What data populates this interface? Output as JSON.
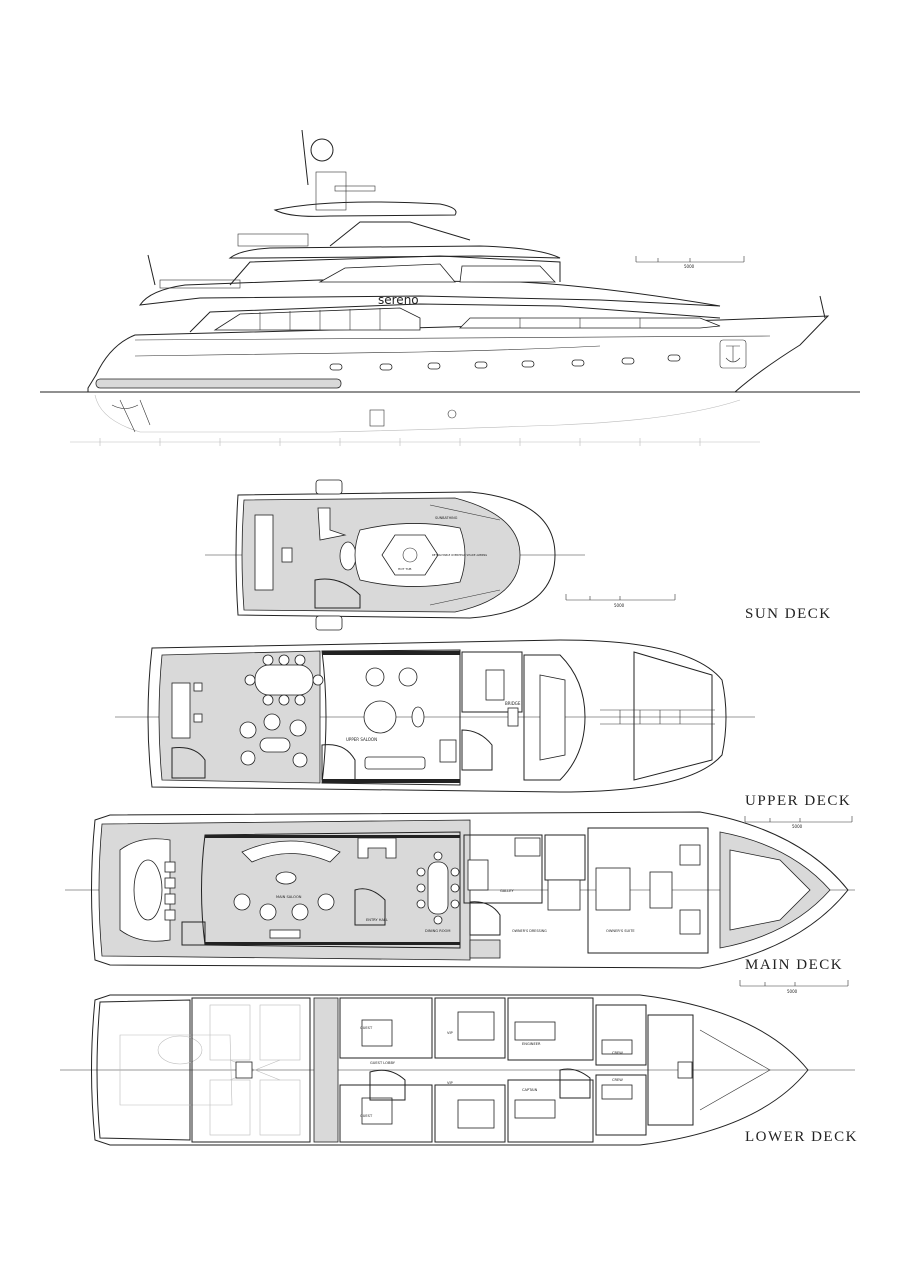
{
  "profile": {
    "yacht_name": "sereno"
  },
  "scale_bars": [
    {
      "id": "profile",
      "label": "5000"
    },
    {
      "id": "sun",
      "label": "5000"
    },
    {
      "id": "upper",
      "label": "5000"
    },
    {
      "id": "main",
      "label": "5000"
    }
  ],
  "decks": {
    "sun": {
      "title": "SUN DECK",
      "rooms": [
        "SUNBATHING",
        "RETRACTABLE OVERHEAD SHADE AWNING",
        "HOT TUB"
      ]
    },
    "upper": {
      "title": "UPPER DECK",
      "rooms": [
        "UPPER SALOON",
        "BRIDGE"
      ]
    },
    "main": {
      "title": "MAIN DECK",
      "rooms": [
        "MAIN SALOON",
        "ENTRY HALL",
        "DINING ROOM",
        "GALLEY",
        "OWNER'S DRESSING",
        "OWNER'S SUITE"
      ]
    },
    "lower": {
      "title": "LOWER DECK",
      "rooms": [
        "GUEST",
        "GUEST LOBBY",
        "VIP",
        "GUEST",
        "VIP",
        "ENGINEER",
        "CAPTAIN",
        "CREW",
        "CREW"
      ]
    }
  },
  "colors": {
    "line": "#222222",
    "deck_fill": "#d9d9d9",
    "background": "#ffffff"
  }
}
